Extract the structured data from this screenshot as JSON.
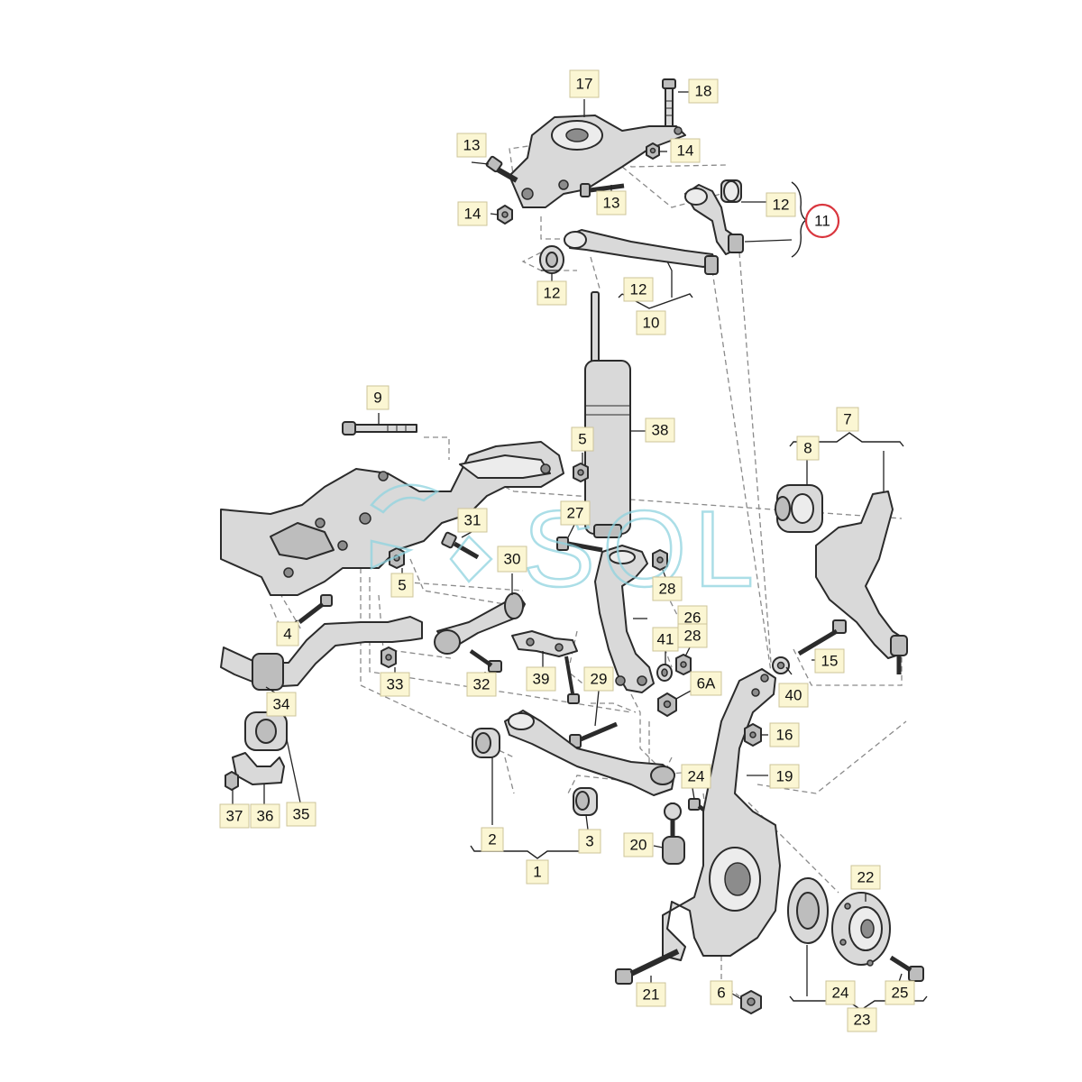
{
  "labels": [
    {
      "id": "1",
      "text": "1"
    },
    {
      "id": "2",
      "text": "2"
    },
    {
      "id": "3",
      "text": "3"
    },
    {
      "id": "4",
      "text": "4"
    },
    {
      "id": "5a",
      "text": "5"
    },
    {
      "id": "5b",
      "text": "5"
    },
    {
      "id": "6",
      "text": "6"
    },
    {
      "id": "6A",
      "text": "6A"
    },
    {
      "id": "7",
      "text": "7"
    },
    {
      "id": "8",
      "text": "8"
    },
    {
      "id": "9",
      "text": "9"
    },
    {
      "id": "10",
      "text": "10"
    },
    {
      "id": "11",
      "text": "11"
    },
    {
      "id": "12a",
      "text": "12"
    },
    {
      "id": "12b",
      "text": "12"
    },
    {
      "id": "12c",
      "text": "12"
    },
    {
      "id": "13a",
      "text": "13"
    },
    {
      "id": "13b",
      "text": "13"
    },
    {
      "id": "14a",
      "text": "14"
    },
    {
      "id": "14b",
      "text": "14"
    },
    {
      "id": "15",
      "text": "15"
    },
    {
      "id": "16",
      "text": "16"
    },
    {
      "id": "17",
      "text": "17"
    },
    {
      "id": "18",
      "text": "18"
    },
    {
      "id": "19",
      "text": "19"
    },
    {
      "id": "20",
      "text": "20"
    },
    {
      "id": "21",
      "text": "21"
    },
    {
      "id": "22",
      "text": "22"
    },
    {
      "id": "23",
      "text": "23"
    },
    {
      "id": "24a",
      "text": "24"
    },
    {
      "id": "24b",
      "text": "24"
    },
    {
      "id": "25",
      "text": "25"
    },
    {
      "id": "26",
      "text": "26"
    },
    {
      "id": "27",
      "text": "27"
    },
    {
      "id": "28a",
      "text": "28"
    },
    {
      "id": "28b",
      "text": "28"
    },
    {
      "id": "29",
      "text": "29"
    },
    {
      "id": "30",
      "text": "30"
    },
    {
      "id": "31",
      "text": "31"
    },
    {
      "id": "32",
      "text": "32"
    },
    {
      "id": "33",
      "text": "33"
    },
    {
      "id": "34",
      "text": "34"
    },
    {
      "id": "35",
      "text": "35"
    },
    {
      "id": "36",
      "text": "36"
    },
    {
      "id": "37",
      "text": "37"
    },
    {
      "id": "38",
      "text": "38"
    },
    {
      "id": "39",
      "text": "39"
    },
    {
      "id": "40",
      "text": "40"
    },
    {
      "id": "41",
      "text": "41"
    }
  ],
  "highlight": {
    "label_id": "11",
    "color": "#d9363e"
  },
  "watermark": {
    "text": "SOL",
    "color": "#8fd3df"
  }
}
